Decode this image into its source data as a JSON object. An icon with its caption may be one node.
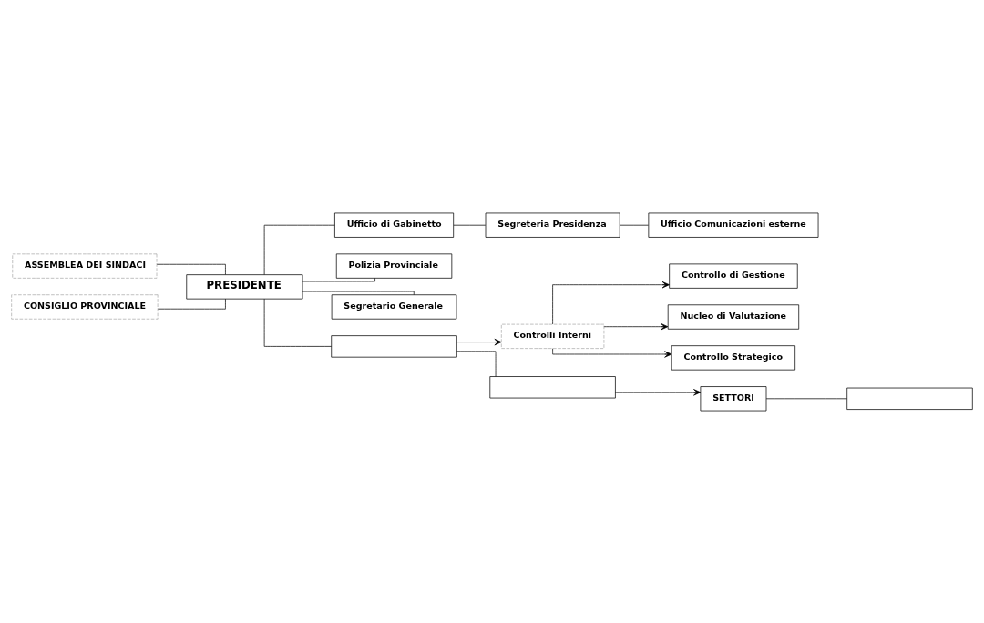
{
  "diagram": {
    "nodes": [
      {
        "text": [
          "ASSEMBLEA DEI SINDACI"
        ]
      },
      {
        "text": [
          "CONSIGLIO PROVINCIALE"
        ]
      },
      {
        "text": [
          "PRESIDENTE"
        ]
      },
      {
        "text": [
          "Ufficio di Gabinetto"
        ]
      },
      {
        "text": [
          "Segreteria Presidenza"
        ]
      },
      {
        "text": [
          "Ufficio Comunicazioni esterne"
        ]
      },
      {
        "text": [
          "Polizia Provinciale"
        ]
      },
      {
        "text": [
          "Segretario Generale"
        ]
      },
      {
        "text": [],
        "shape": "box"
      },
      {
        "text": [
          "Controllo di Gestione"
        ]
      },
      {
        "text": [
          "Controlli Interni"
        ]
      },
      {
        "text": [
          "Nucleo di Valutazione"
        ]
      },
      {
        "text": [
          "Controllo Strategico"
        ]
      },
      {
        "text": [],
        "shape": "box"
      },
      {
        "text": [
          "SETTORI"
        ]
      },
      {
        "text": [],
        "shape": "box"
      }
    ],
    "edges": [
      {
        "from": 0,
        "to": 2,
        "arrow": "none"
      },
      {
        "from": 1,
        "to": 2,
        "arrow": "none"
      },
      {
        "from": 2,
        "to": 3,
        "arrow": "none"
      },
      {
        "from": 3,
        "to": 4,
        "arrow": "none"
      },
      {
        "from": 4,
        "to": 5,
        "arrow": "none"
      },
      {
        "from": 2,
        "to": 6,
        "arrow": "none"
      },
      {
        "from": 2,
        "to": 7,
        "arrow": "none"
      },
      {
        "from": 2,
        "to": 8,
        "arrow": "none"
      },
      {
        "from": 8,
        "to": 13,
        "arrow": "none"
      },
      {
        "from": 8,
        "to": 10,
        "arrow": "to"
      },
      {
        "from": 10,
        "to": 9,
        "arrow": "to"
      },
      {
        "from": 10,
        "to": 11,
        "arrow": "to"
      },
      {
        "from": 10,
        "to": 12,
        "arrow": "to"
      },
      {
        "from": 13,
        "to": 14,
        "arrow": "to"
      },
      {
        "from": 14,
        "to": 15,
        "arrow": "none"
      }
    ]
  }
}
